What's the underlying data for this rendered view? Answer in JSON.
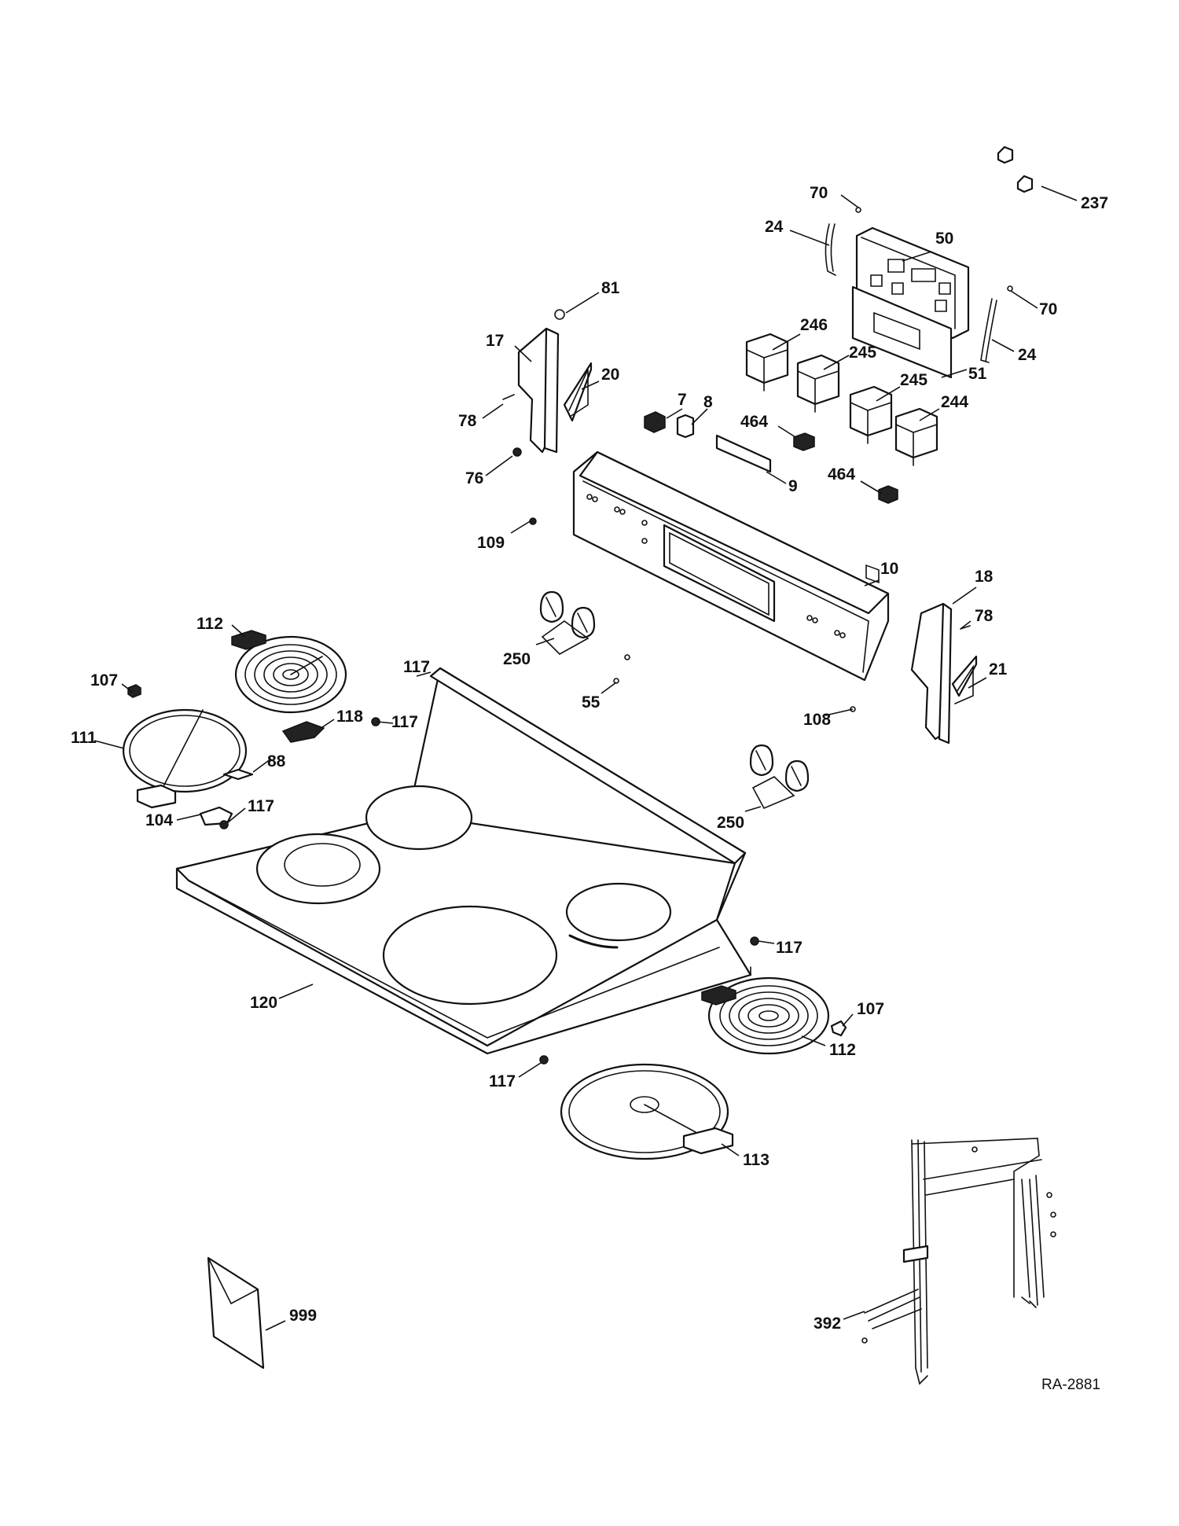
{
  "diagram": {
    "code": "RA-2881",
    "callouts": {
      "c237": "237",
      "c70a": "70",
      "c24a": "24",
      "c50": "50",
      "c70b": "70",
      "c24b": "24",
      "c246": "246",
      "c245a": "245",
      "c51": "51",
      "c245b": "245",
      "c244": "244",
      "c81": "81",
      "c17": "17",
      "c20": "20",
      "c78a": "78",
      "c76": "76",
      "c7": "7",
      "c8": "8",
      "c464a": "464",
      "c9": "9",
      "c464b": "464",
      "c109": "109",
      "c10": "10",
      "c18": "18",
      "c78b": "78",
      "c21": "21",
      "c112a": "112",
      "c107a": "107",
      "c111": "111",
      "c117a": "117",
      "c118": "118",
      "c117b": "117",
      "c88": "88",
      "c250a": "250",
      "c55": "55",
      "c108": "108",
      "c250b": "250",
      "c104": "104",
      "c117c": "117",
      "c117d": "117",
      "c120": "120",
      "c107b": "107",
      "c112b": "112",
      "c117e": "117",
      "c113": "113",
      "c999": "999",
      "c392": "392"
    }
  }
}
